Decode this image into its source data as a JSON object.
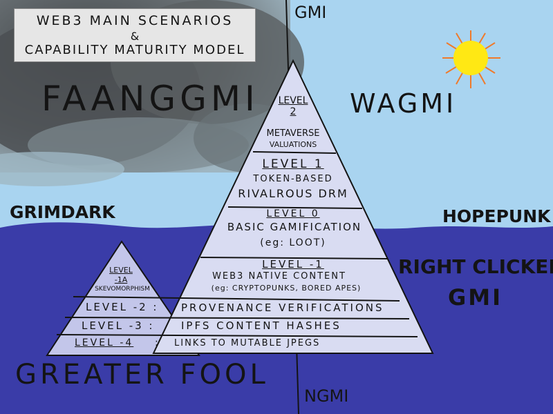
{
  "title": {
    "line1": "WEB3 MAIN SCENARIOS",
    "amp": "&",
    "line2": "CAPABILITY MATURITY MODEL"
  },
  "axes": {
    "top": "GMI",
    "bottom": "NGMI",
    "upper_left": "FAANGGMI",
    "upper_right": "WAGMI",
    "left": "GRIMDARK",
    "right": "HOPEPUNK",
    "lower_right_1": "RIGHT CLICKERS",
    "lower_right_2": "GMI",
    "lower_left": "GREATER FOOL"
  },
  "pyramid": {
    "level2": {
      "label_a": "LEVEL",
      "label_b": "2",
      "desc1": "METAVERSE",
      "desc2": "VALUATIONS"
    },
    "level1": {
      "label": "LEVEL 1",
      "desc1": "TOKEN-BASED",
      "desc2": "RIVALROUS DRM"
    },
    "level0": {
      "label": "LEVEL 0",
      "desc1": "BASIC GAMIFICATION",
      "desc2": "(eg: LOOT)"
    },
    "level_m1": {
      "label": "LEVEL -1",
      "desc1": "WEB3 NATIVE CONTENT",
      "desc2": "(eg: CRYPTOPUNKS, BORED APES)"
    },
    "level_m2": {
      "label": "LEVEL -2 :",
      "desc": "PROVENANCE VERIFICATIONS"
    },
    "level_m3": {
      "label": "LEVEL -3 :",
      "desc": "IPFS CONTENT HASHES"
    },
    "level_m4": {
      "label": "LEVEL -4",
      "sep": ":",
      "desc": "LINKS TO MUTABLE JPEGS"
    }
  },
  "small_pyramid": {
    "line1": "LEVEL",
    "line2": "-1A",
    "line3": "SKEVOMORPHISM"
  },
  "colors": {
    "sky": "#a9d4f0",
    "storm": "#555a5e",
    "sea": "#3a3ca8",
    "pyramid": "#d9dcf2",
    "pyramid_shade": "#c3c6ea",
    "sun": "#ffe814",
    "sun_rays": "#f07a2a",
    "ink": "#141414"
  }
}
